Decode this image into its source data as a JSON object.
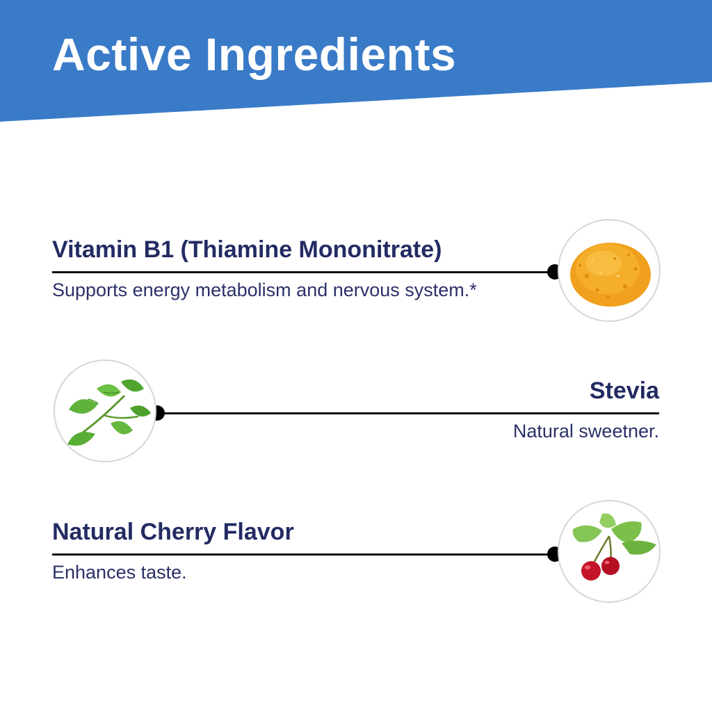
{
  "header": {
    "title": "Active Ingredients",
    "background_color": "#3a7bc8"
  },
  "ingredients": [
    {
      "name": "Vitamin B1 (Thiamine Mononitrate)",
      "description": "Supports energy metabolism and nervous system.*",
      "image_icon": "orange-powder-icon",
      "align": "left"
    },
    {
      "name": "Stevia",
      "description": "Natural sweetner.",
      "image_icon": "stevia-leaves-icon",
      "align": "right"
    },
    {
      "name": "Natural Cherry Flavor",
      "description": "Enhances taste.",
      "image_icon": "cherries-icon",
      "align": "left"
    }
  ],
  "colors": {
    "heading_text": "#232b63",
    "body_text": "#2b3068",
    "line": "#111111"
  }
}
